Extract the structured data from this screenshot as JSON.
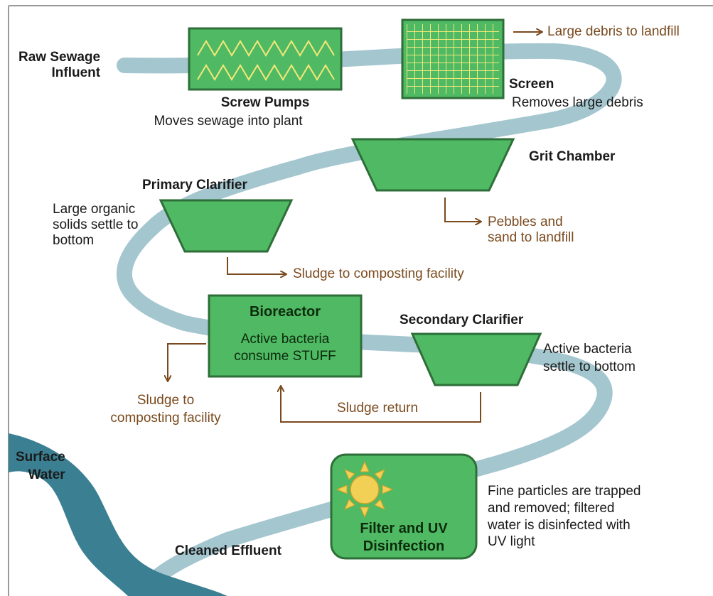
{
  "influent_label": "Raw Sewage\nInfluent",
  "screw_pumps": {
    "title": "Screw Pumps",
    "desc": "Moves sewage into plant"
  },
  "screen": {
    "title": "Screen",
    "desc": "Removes large debris",
    "output": "Large debris to landfill"
  },
  "grit_chamber": {
    "title": "Grit Chamber",
    "output": "Pebbles and\nsand to landfill"
  },
  "primary_clarifier": {
    "title": "Primary Clarifier",
    "desc": "Large organic\nsolids settle to\nbottom",
    "output": "Sludge to composting facility"
  },
  "bioreactor": {
    "title": "Bioreactor",
    "desc": "Active bacteria\nconsume STUFF",
    "output": "Sludge to\ncomposting facility"
  },
  "secondary_clarifier": {
    "title": "Secondary Clarifier",
    "desc": "Active bacteria\nsettle to bottom",
    "return_label": "Sludge return"
  },
  "filter_uv": {
    "title": "Filter and UV\nDisinfection",
    "desc": "Fine particles are trapped\nand removed; filtered\nwater is disinfected with\nUV light"
  },
  "effluent_label": "Cleaned Effluent",
  "surface_water_label": "Surface\nWater",
  "colors": {
    "stream": "#a4c6cf",
    "river": "#3b7f92",
    "box_fill": "#4fba63",
    "box_stroke": "#2e6e38",
    "arrow": "#7a4a1e",
    "sun": "#f2cf55"
  }
}
